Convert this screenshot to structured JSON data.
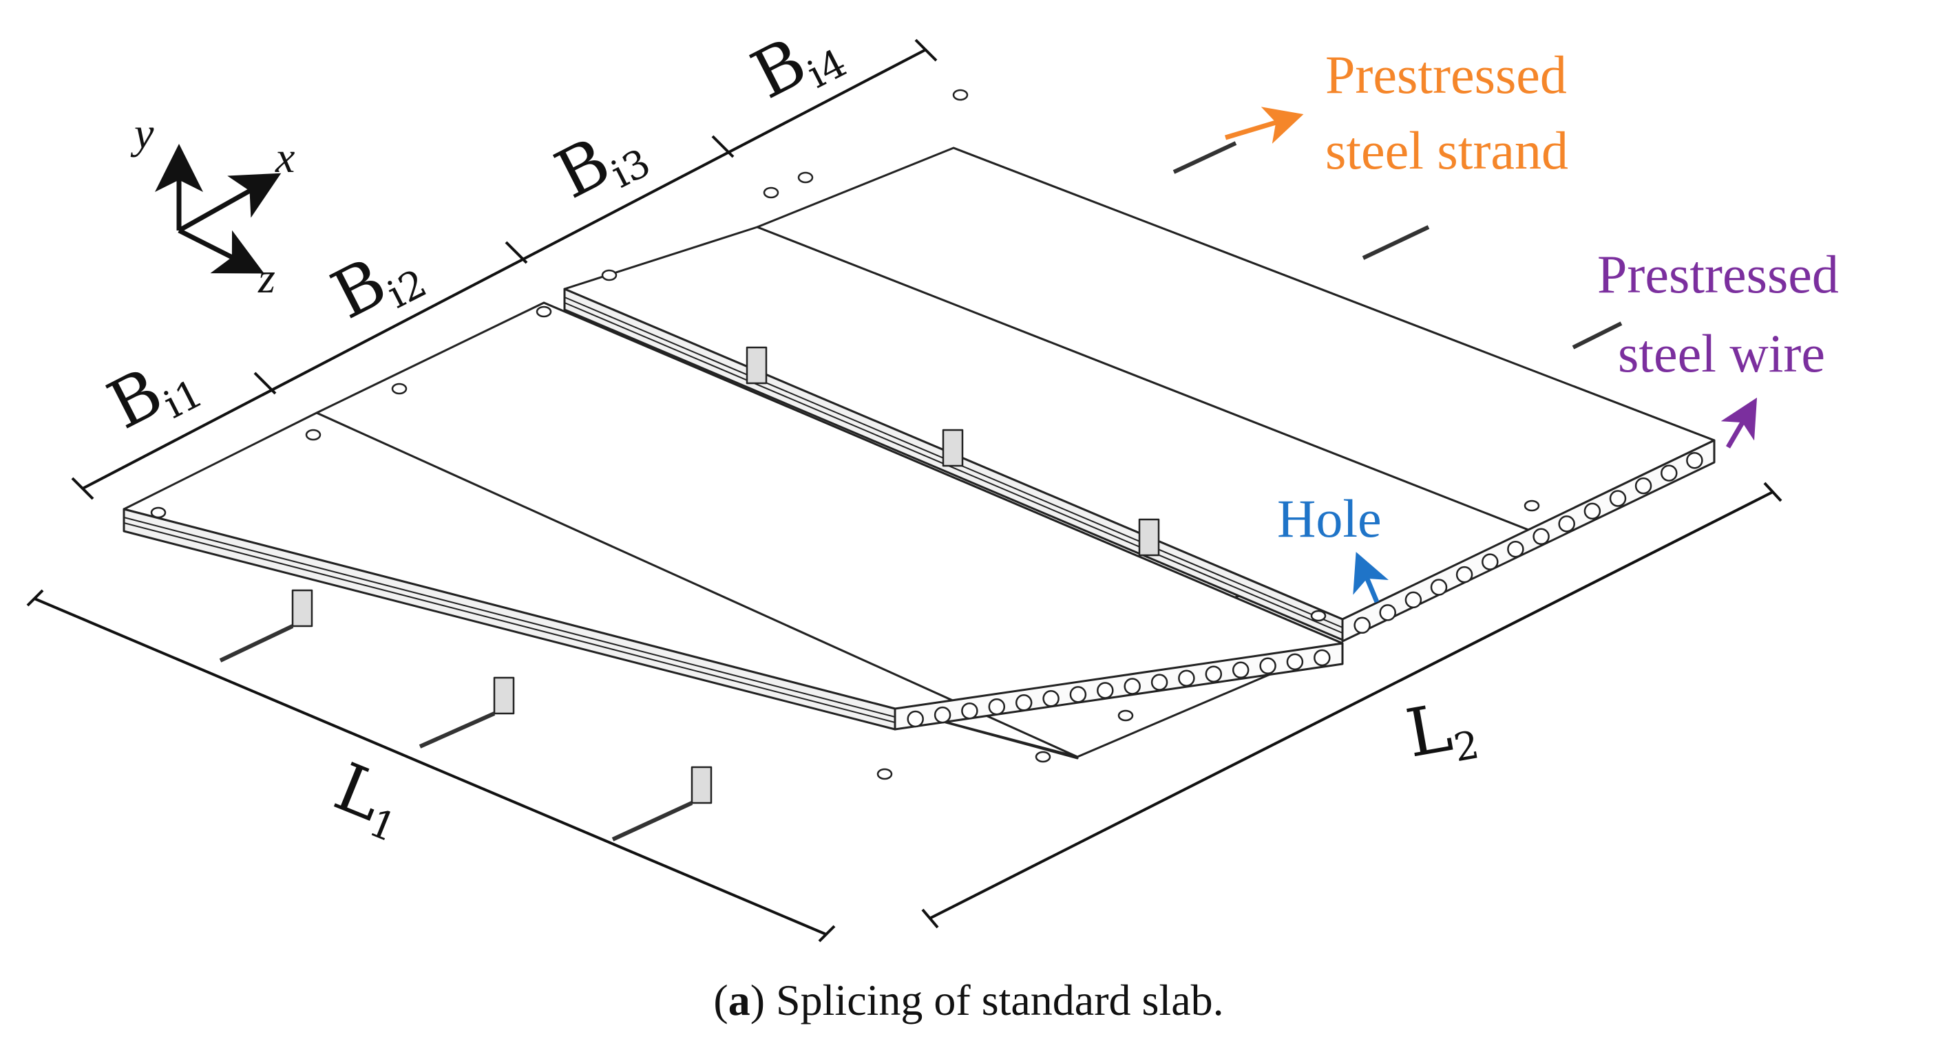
{
  "dimensions": {
    "widths": [
      {
        "main": "B",
        "sub": "i1"
      },
      {
        "main": "B",
        "sub": "i2"
      },
      {
        "main": "B",
        "sub": "i3"
      },
      {
        "main": "B",
        "sub": "i4"
      }
    ],
    "length_1": {
      "main": "L",
      "sub": "1"
    },
    "length_2": {
      "main": "L",
      "sub": "2"
    }
  },
  "axes": {
    "x": "x",
    "y": "y",
    "z": "z"
  },
  "callouts": {
    "strand": {
      "line1": "Prestressed",
      "line2": "steel strand",
      "color": "#f5862a"
    },
    "wire": {
      "line1": "Prestressed",
      "line2": "steel wire",
      "color": "#7b2f9e"
    },
    "hole": {
      "text": "Hole",
      "color": "#1f74c8"
    }
  },
  "caption": {
    "prefix": "(",
    "bold": "a",
    "rest": ") Splicing of standard slab."
  }
}
